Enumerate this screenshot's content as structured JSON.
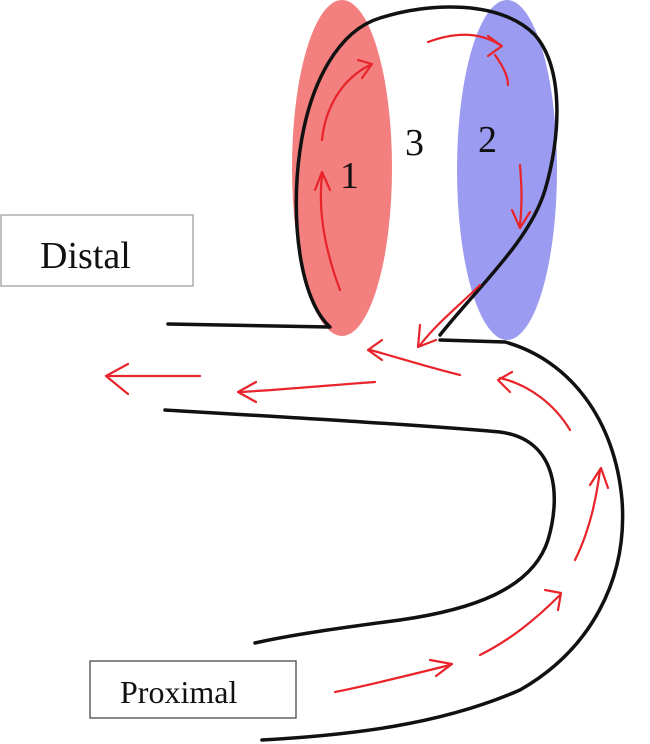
{
  "labels": {
    "distal": "Distal",
    "proximal": "Proximal",
    "region_1": "1",
    "region_2": "2",
    "region_3": "3"
  },
  "colors": {
    "outline": "#111111",
    "flow_arrows": "#e8242a",
    "region_1_fill": "#f26868",
    "region_2_fill": "#8a8aee",
    "label_box_border": "#9a9a9a"
  }
}
